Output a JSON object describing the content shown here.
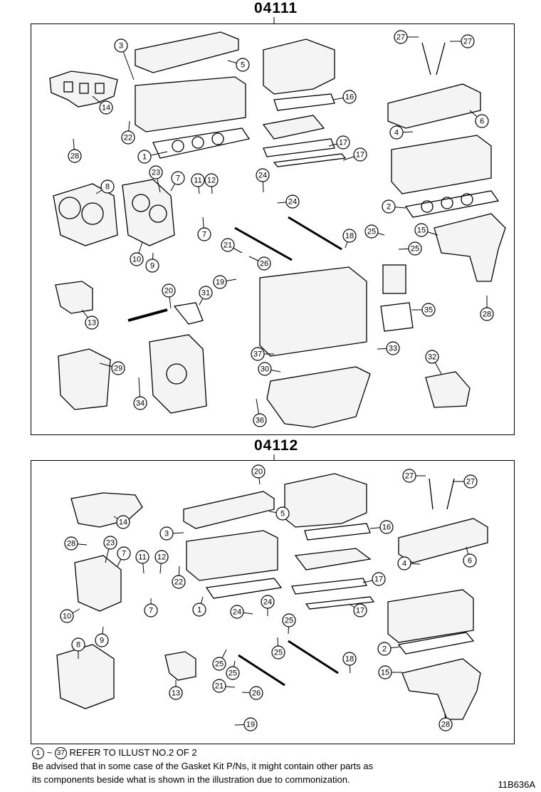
{
  "sections": [
    {
      "code": "04111"
    },
    {
      "code": "04112"
    }
  ],
  "callouts_04111": [
    "1",
    "2",
    "3",
    "4",
    "5",
    "6",
    "7",
    "7",
    "8",
    "9",
    "10",
    "11",
    "12",
    "13",
    "14",
    "15",
    "16",
    "17",
    "17",
    "18",
    "19",
    "20",
    "21",
    "22",
    "23",
    "24",
    "24",
    "25",
    "25",
    "26",
    "27",
    "27",
    "28",
    "28",
    "29",
    "30",
    "31",
    "32",
    "33",
    "34",
    "35",
    "36",
    "37"
  ],
  "callouts_04112": [
    "1",
    "2",
    "3",
    "4",
    "5",
    "6",
    "7",
    "7",
    "8",
    "9",
    "10",
    "11",
    "12",
    "13",
    "14",
    "15",
    "16",
    "17",
    "17",
    "18",
    "19",
    "20",
    "21",
    "22",
    "23",
    "24",
    "24",
    "25",
    "25",
    "25",
    "25",
    "26",
    "27",
    "27",
    "28",
    "28"
  ],
  "footer": {
    "range_start": "1",
    "range_sep": "~",
    "range_end": "37",
    "refer_text": "REFER TO ILLUST NO.2 OF 2",
    "advice_line1": "Be advised that in some case of the Gasket Kit P/Ns,  it might contain other parts as",
    "advice_line2": "its components beside what is shown in the illustration due to commonization."
  },
  "illustration_ref": "11B636A"
}
